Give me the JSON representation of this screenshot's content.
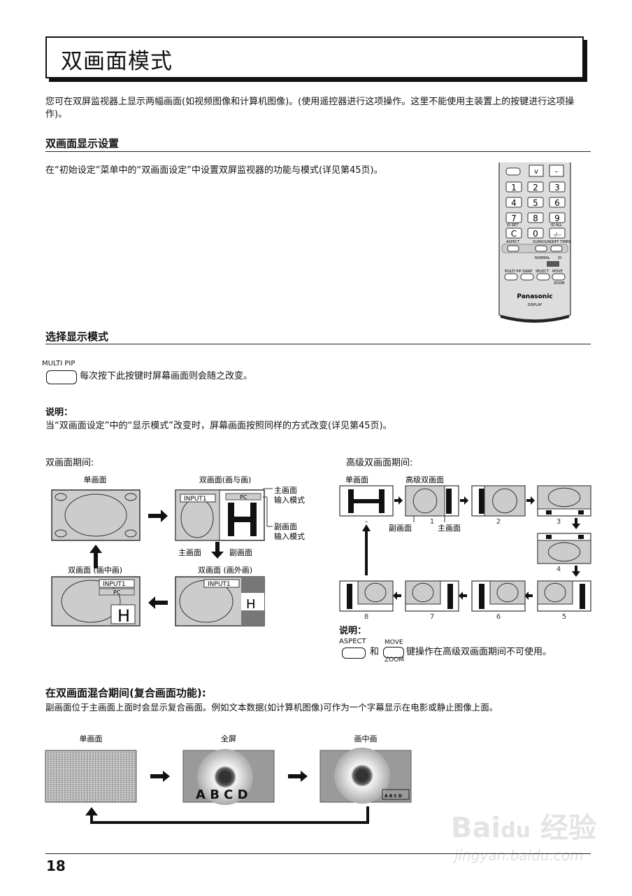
{
  "title": "双画面模式",
  "intro": "您可在双屏监视器上显示两幅画面(如视频图像和计算机图像)。(使用遥控器进行这项操作。这里不能使用主装置上的按键进行这项操作)。",
  "section1": {
    "heading": "双画面显示设置",
    "text": "在“初始设定”菜单中的“双画面设定”中设置双屏监视器的功能与模式(详见第45页)。"
  },
  "remote": {
    "keys": [
      "1",
      "2",
      "3",
      "4",
      "5",
      "6",
      "7",
      "8",
      "9",
      "C",
      "0",
      "-/--"
    ],
    "id_set": "ID SET",
    "id_all": "ID ALL",
    "aspect": "ASPECT",
    "surround": "SURROUND",
    "off_timer": "OFF TIMER",
    "normal": "NORMAL",
    "id": "ID",
    "multi_pip": "MULTI PIP",
    "swap": "SWAP",
    "select": "SELECT",
    "move": "MOVE",
    "zoom": "ZOOM",
    "brand": "Panasonic",
    "display": "DISPLAY"
  },
  "section2": {
    "heading": "选择显示模式",
    "button_label": "MULTI PIP",
    "button_text": "每次按下此按键时屏幕画面则会随之改变。",
    "note_title": "说明：",
    "note_text": "当“双画面设定”中的“显示模式”改变时，屏幕画面按照同样的方式改变(详见第45页)。"
  },
  "dual": {
    "heading": "双画面期间:",
    "single": "单画面",
    "pbp": "双画面(画与画)",
    "main_input": [
      "主画面",
      "输入模式"
    ],
    "sub_input": [
      "副画面",
      "输入模式"
    ],
    "main": "主画面",
    "sub": "副画面",
    "pip": "双画面 (画中画)",
    "pop": "双画面 (画外画)",
    "input1": "INPUT1",
    "pc": "PC",
    "h": "H"
  },
  "advanced": {
    "heading": "高级双画面期间:",
    "single": "单画面",
    "adv": "高级双画面",
    "sub": "副画面",
    "main": "主画面",
    "numbers": [
      "–",
      "1",
      "2",
      "3",
      "4",
      "5",
      "6",
      "7",
      "8"
    ],
    "note_title": "说明：",
    "aspect": "ASPECT",
    "and": "和",
    "move": "MOVE",
    "zoom": "ZOOM",
    "note_text": "键操作在高级双画面期间不可使用。"
  },
  "section3": {
    "heading": "在双画面混合期间(复合画面功能):",
    "text": "副画面位于主画面上面时会显示复合画面。例如文本数据(如计算机图像)可作为一个字幕显示在电影或静止图像上面。",
    "labels": [
      "单画面",
      "全屏",
      "画中画"
    ],
    "caption": "A B C D",
    "caption_small": "A B C D"
  },
  "page_number": "18",
  "watermark": {
    "text": "Bai du 经验",
    "url": "jingyan.baidu.com"
  }
}
